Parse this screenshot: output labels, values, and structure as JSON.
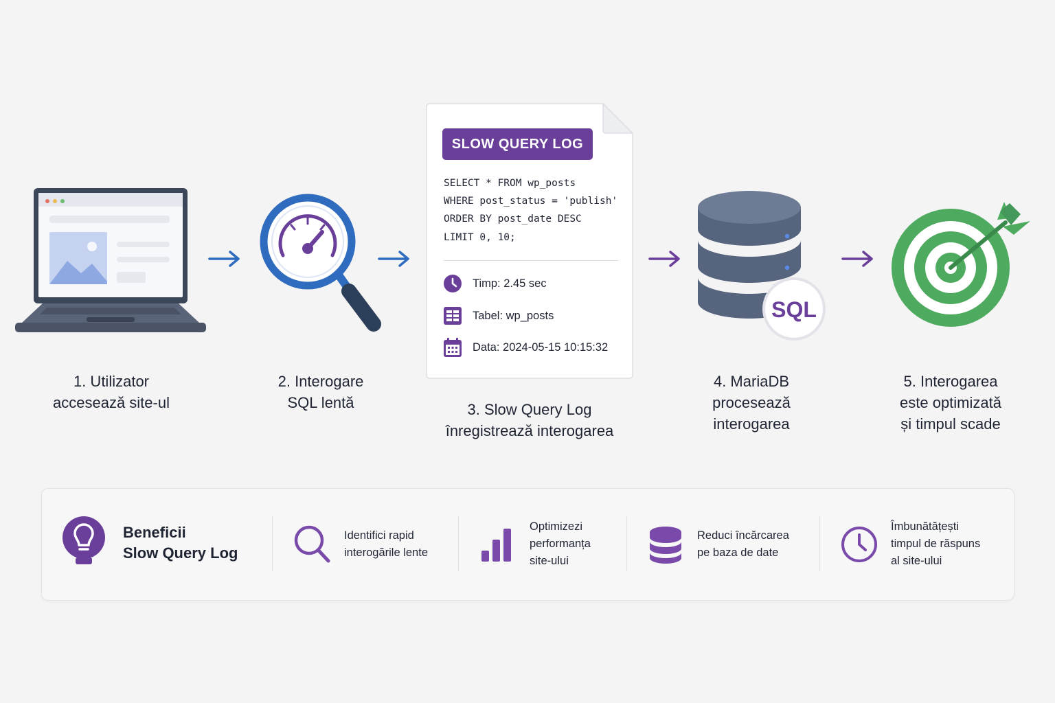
{
  "steps": [
    {
      "line1": "1. Utilizator",
      "line2": "accesează site-ul"
    },
    {
      "line1": "2. Interogare",
      "line2": "SQL lentă"
    },
    {
      "line1": "3. Slow Query Log",
      "line2": "înregistrează interogarea"
    },
    {
      "line1": "4. MariaDB",
      "line2": "procesează",
      "line3": "interogarea"
    },
    {
      "line1": "5. Interogarea",
      "line2": "este optimizată",
      "line3": "și timpul scade"
    }
  ],
  "log_card": {
    "header": "SLOW QUERY LOG",
    "sql": [
      "SELECT * FROM wp_posts",
      "WHERE post_status = 'publish'",
      "ORDER BY post_date DESC",
      "LIMIT 0, 10;"
    ],
    "time": "Timp: 2.45 sec",
    "table": "Tabel: wp_posts",
    "date": "Data: 2024-05-15 10:15:32"
  },
  "database_badge": "SQL",
  "benefits": {
    "title_line1": "Beneficii",
    "title_line2": "Slow Query Log",
    "items": [
      {
        "icon": "search-icon",
        "lines": [
          "Identifici rapid",
          "interogările lente"
        ]
      },
      {
        "icon": "bar-chart-icon",
        "lines": [
          "Optimizezi",
          "performanța",
          "site-ului"
        ]
      },
      {
        "icon": "database-icon",
        "lines": [
          "Reduci încărcarea",
          "pe baza de date"
        ]
      },
      {
        "icon": "clock-icon",
        "lines": [
          "Îmbunătățești",
          "timpul de răspuns",
          "al site-ului"
        ]
      }
    ]
  },
  "colors": {
    "purple": "#6a3f9a",
    "blue": "#2f6bbf",
    "green": "#4daa5e",
    "db_slate": "#56647d"
  }
}
